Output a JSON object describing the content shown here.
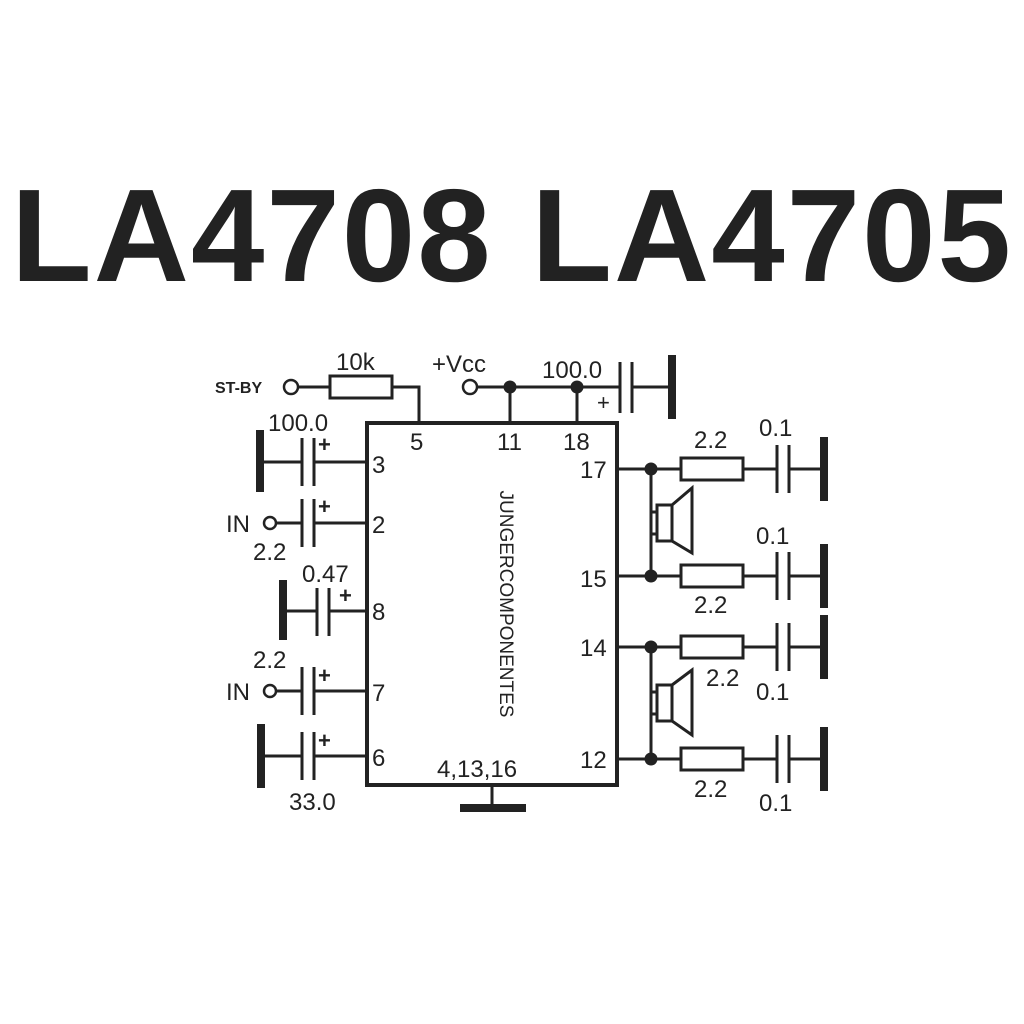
{
  "title": "LA4708 LA4705",
  "ic": {
    "watermark": "JUNGERCOMPONENTES",
    "pins": {
      "p5": "5",
      "p11": "11",
      "p18": "18",
      "p3": "3",
      "p2": "2",
      "p8": "8",
      "p7": "7",
      "p6": "6",
      "p17": "17",
      "p15": "15",
      "p14": "14",
      "p12": "12",
      "ground": "4,13,16"
    }
  },
  "labels": {
    "stby": "ST-BY",
    "r10k": "10k",
    "vcc": "+Vcc",
    "c_vcc": "100.0",
    "c_vcc_plus": "+",
    "c3": "100.0",
    "c3_plus": "+",
    "in1": "IN",
    "c2": "2.2",
    "c2_plus": "+",
    "c8": "0.47",
    "c8_plus": "+",
    "c7": "2.2",
    "c7_plus": "+",
    "in2": "IN",
    "c6": "33.0",
    "c6_plus": "+",
    "r17": "2.2",
    "c17": "0.1",
    "r15": "2.2",
    "c15": "0.1",
    "r14": "2.2",
    "c14": "0.1",
    "r12": "2.2",
    "c12": "0.1"
  }
}
